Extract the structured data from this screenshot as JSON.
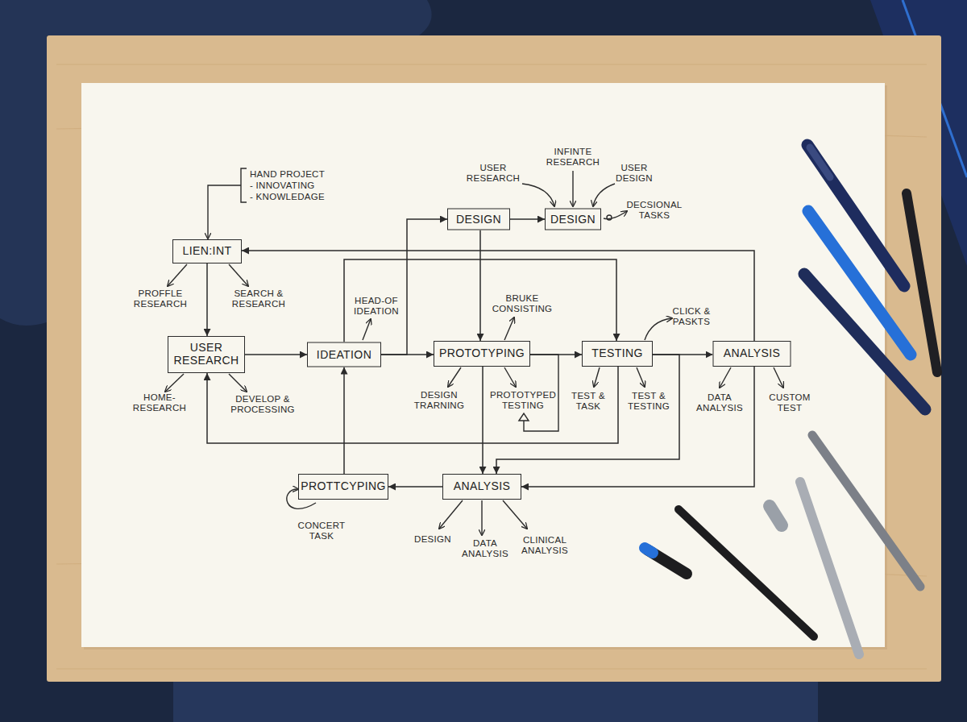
{
  "diagram": {
    "nodes": [
      {
        "text": [
          "DESIGN"
        ]
      },
      {
        "text": [
          "DESIGN"
        ]
      },
      {
        "text": [
          "LIEN:INT"
        ]
      },
      {
        "text": [
          "USER RESEARCH"
        ]
      },
      {
        "text": [
          "IDEATION"
        ]
      },
      {
        "text": [
          "PROTOTYPING"
        ]
      },
      {
        "text": [
          "TESTING"
        ]
      },
      {
        "text": [
          "ANALYSIS"
        ]
      },
      {
        "text": [
          "PROTTCYPING"
        ]
      },
      {
        "text": [
          "ANALYSIS"
        ]
      }
    ],
    "edges": [
      {
        "from": 2,
        "to": 3,
        "arrow": "to"
      },
      {
        "from": 3,
        "to": 4,
        "arrow": "to"
      },
      {
        "from": 4,
        "to": 5,
        "arrow": "to"
      },
      {
        "from": 5,
        "to": 6,
        "arrow": "to"
      },
      {
        "from": 6,
        "to": 7,
        "arrow": "to"
      },
      {
        "from": 4,
        "to": 0,
        "arrow": "to"
      },
      {
        "from": 0,
        "to": 1,
        "arrow": "to"
      },
      {
        "from": 0,
        "to": 5,
        "arrow": "to"
      },
      {
        "from": 7,
        "to": 2,
        "arrow": "to"
      },
      {
        "from": 4,
        "to": 6,
        "arrow": "to"
      },
      {
        "from": 6,
        "to": 3,
        "arrow": "to"
      },
      {
        "from": 5,
        "to": 9,
        "arrow": "to"
      },
      {
        "from": 6,
        "to": 9,
        "arrow": "to"
      },
      {
        "from": 7,
        "to": 9,
        "arrow": "to"
      },
      {
        "from": 9,
        "to": 8,
        "arrow": "to"
      },
      {
        "from": 8,
        "to": 4,
        "arrow": "to"
      }
    ],
    "labels": [
      "HAND PROJECT",
      "- INNOVATING",
      "- KNOWLEDAGE",
      "INFINTE RESEARCH",
      "USER RESEARCH",
      "USER DESIGN",
      "DECSIONAL TASKS",
      "PROFFLE RESEARCH",
      "SEARCH & RESEARCH",
      "BRUKE CONSISTING",
      "HEAD-OF IDEATION",
      "CLICK & PASKTS",
      "HOME- RESEARCH",
      "DEVELOP & PROCESSING",
      "DESIGN TRARNING",
      "PROTOTYPED TESTING",
      "TEST & TASK",
      "TEST & TESTING",
      "DATA ANALYSIS",
      "CUSTOM TEST",
      "CONCERT TASK",
      "CLINICAL ANALYSIS",
      "DESIGN",
      "DATA ANALYSIS"
    ]
  }
}
